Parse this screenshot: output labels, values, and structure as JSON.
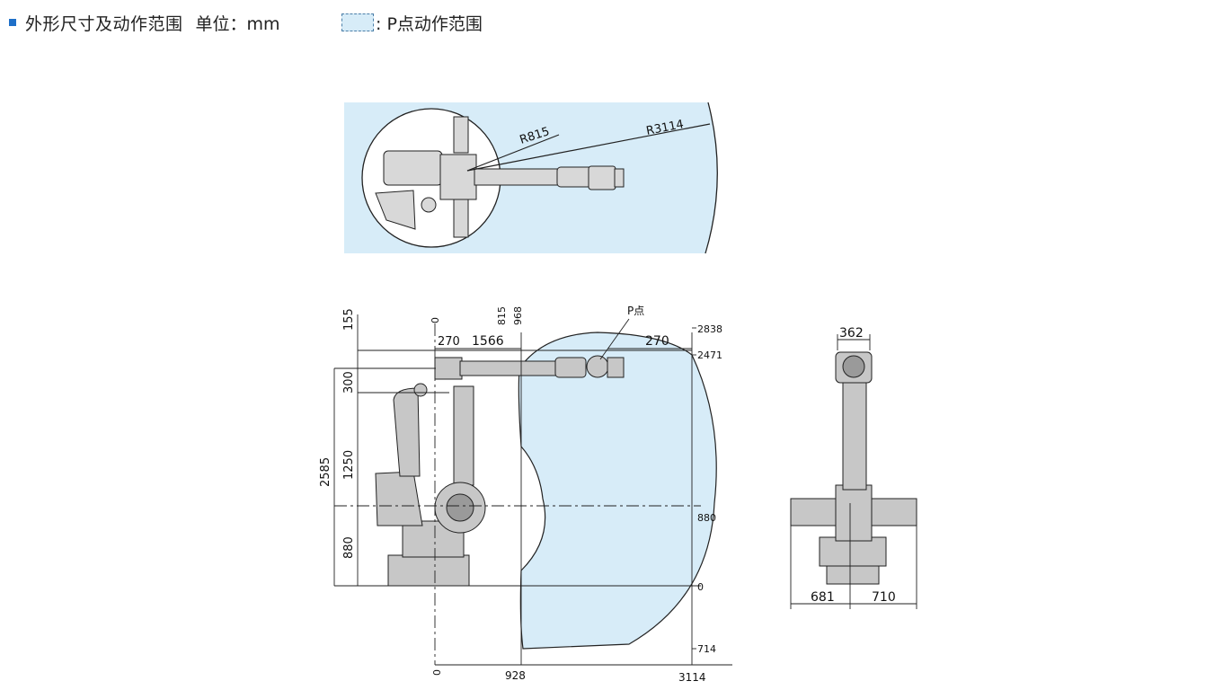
{
  "header": {
    "title": "外形尺寸及动作范围",
    "unit": "单位：mm",
    "legend_label": ": P点动作范围"
  },
  "colors": {
    "bullet": "#1e6fc8",
    "range_fill": "#d7ecf8",
    "robot_body": "#c7c7c7",
    "line": "#222222"
  },
  "top_view": {
    "r_inner": "R815",
    "r_outer": "R3114"
  },
  "side_view": {
    "p_point": "P点",
    "top_dims": [
      "270",
      "1566",
      "270"
    ],
    "vertical_top": [
      "0",
      "815",
      "968"
    ],
    "left_dims": [
      "155",
      "300",
      "2585",
      "1250",
      "880"
    ],
    "right_levels": [
      "2838",
      "2471",
      "880",
      "0",
      "714"
    ],
    "bottom_dims": [
      "0",
      "928",
      "3114"
    ]
  },
  "front_view": {
    "width_top": "362",
    "width_left": "681",
    "width_right": "710"
  }
}
